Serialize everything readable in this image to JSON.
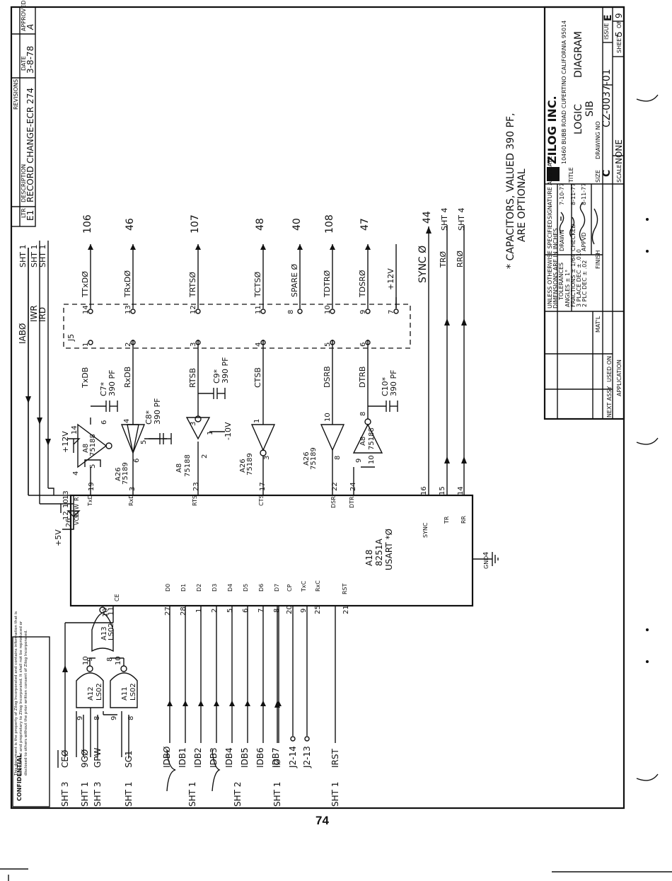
{
  "page_number": "74",
  "revisions": {
    "header": "REVISIONS",
    "col_ltr": "LTR",
    "col_description": "DESCRIPTION",
    "col_date": "DATE",
    "col_approved": "APPROVED",
    "ltr": "E1",
    "description": "RECORD CHANGE-ECR 274",
    "date": "3-8-78",
    "approved": "A"
  },
  "title_block": {
    "company": "ZILOG INC.",
    "address": "10460 BUBB ROAD  CUPERTINO  CALIFORNIA  95014",
    "title_label": "TITLE",
    "title_1": "LOGIC",
    "title_2": "DIAGRAM",
    "title_3": "SIB",
    "size_label": "SIZE",
    "size": "C",
    "drawing_no_label": "DRAWING NO",
    "drawing_no": "CZ-0037-01",
    "issue_label": "ISSUE",
    "issue": "E",
    "scale_label": "SCALE",
    "scale": "NONE",
    "sheet_label": "SHEET",
    "sheet": "5",
    "of_label": "OF",
    "sheet_total": "9",
    "signature_header": "SIGNATURE AND DATE",
    "drawn_label": "DRAWN",
    "drawn_date": "7-10-77",
    "checked_label": "CHECKED",
    "checked_date": "8-11-77",
    "approved_label": "APPVD",
    "approved_date": "8-11-77",
    "tolerances": [
      "UNLESS OTHERWISE SPECIFIED",
      "DIMENSIONS ARE IN INCHES",
      "TOLERANCES",
      "ANGLES ± 1°",
      "FRACTIONS ± 1/64",
      "3 PLACE DEC ± .010",
      "2 PLC DEC ± .02"
    ],
    "material_label": "MAT'L",
    "finish_label": "FINISH",
    "next_assy_label": "NEXT ASSY",
    "used_on_label": "USED ON",
    "application_label": "APPLICATION"
  },
  "confidential": {
    "title": "CONFIDENTIAL",
    "text": "This document is the property of Zilog Incorporated and contains information that is confidential and proprietary to Zilog Incorporated. It shall not be reproduced or disclosed to others without the prior written consent of Zilog Incorporated."
  },
  "note": {
    "line1": "* CAPACITORS, VALUED 390 PF,",
    "line2": "ARE OPTIONAL"
  },
  "usart": {
    "ref": "A18",
    "part": "8251A",
    "name": "USART *Ø",
    "vcc_label": "VCC",
    "vcc_pin": "26",
    "cs_label": "CE",
    "cs_pin": "11",
    "gnd_label": "GND",
    "gnd_pin": "4",
    "sync_label": "SYNC",
    "sync_pin": "16",
    "tr_label": "TR",
    "tr_pin": "15",
    "rr_label": "RR",
    "rr_pin": "14",
    "rst_label": "RST",
    "rst_pin": "21",
    "left_pins": [
      {
        "label": "90",
        "pin": "12"
      },
      {
        "label": "W",
        "pin": "10"
      },
      {
        "label": "R",
        "pin": "13"
      },
      {
        "label": "TxD",
        "pin": "19"
      },
      {
        "label": "RxD",
        "pin": "3"
      },
      {
        "label": "RTS",
        "pin": "23"
      },
      {
        "label": "CTS",
        "pin": "17"
      },
      {
        "label": "DSR",
        "pin": "22"
      },
      {
        "label": "DTR",
        "pin": "24"
      }
    ],
    "data_pins": [
      {
        "label": "D0",
        "pin": "27"
      },
      {
        "label": "D1",
        "pin": "28"
      },
      {
        "label": "D2",
        "pin": "1"
      },
      {
        "label": "D3",
        "pin": "2"
      },
      {
        "label": "D4",
        "pin": "5"
      },
      {
        "label": "D5",
        "pin": "6"
      },
      {
        "label": "D6",
        "pin": "7"
      },
      {
        "label": "D7",
        "pin": "8"
      }
    ],
    "clock_pins": [
      {
        "label": "CP",
        "pin": "20"
      },
      {
        "label": "TxC",
        "pin": "9"
      },
      {
        "label": "RxC",
        "pin": "25"
      }
    ]
  },
  "supplies": {
    "plus5": "+5V",
    "plus12": "+12V",
    "minus10": "-10V",
    "plus12_conn": "+12V"
  },
  "top_signals": [
    {
      "name": "IABØ",
      "ref": ""
    },
    {
      "name": "IWR",
      "ref": "SHT 1"
    },
    {
      "name": "IRD",
      "ref": "SHT 1"
    }
  ],
  "top_ref_sheet": "SHT 1",
  "gates": [
    {
      "ref": "A12",
      "part": "LS02",
      "in_a": "9",
      "in_b": "8",
      "out": "10"
    },
    {
      "ref": "A11",
      "part": "LS02",
      "in_a": "9",
      "in_b": "8",
      "out": "10"
    },
    {
      "ref": "A13",
      "part": "LS02",
      "in_a": "9",
      "in_b": "8",
      "out": "10"
    }
  ],
  "buffers": [
    {
      "ref": "A8",
      "part": "75188",
      "pins": [
        "4",
        "5",
        "6",
        "14"
      ]
    },
    {
      "ref": "A26",
      "part": "75189",
      "pins": [
        "4",
        "5",
        "6"
      ]
    },
    {
      "ref": "A8",
      "part": "75188",
      "pins": [
        "3",
        "1",
        "2"
      ]
    },
    {
      "ref": "A26",
      "part": "75189",
      "pins": [
        "1",
        "3"
      ]
    },
    {
      "ref": "A26",
      "part": "75189",
      "pins": [
        "10",
        "8"
      ]
    },
    {
      "ref": "A8",
      "part": "75188",
      "pins": [
        "9",
        "10",
        "8"
      ]
    }
  ],
  "capacitors": [
    {
      "ref": "C7*",
      "value": "390 PF"
    },
    {
      "ref": "C8*",
      "value": "390 PF"
    },
    {
      "ref": "C9*",
      "value": "390 PF"
    },
    {
      "ref": "C10*",
      "value": "390 PF"
    }
  ],
  "rs232_nets": [
    {
      "name": "TxDB",
      "j5_left": "1",
      "j5_right": "14",
      "signal": "TTxDØ",
      "dest": "106"
    },
    {
      "name": "RxDB",
      "j5_left": "2",
      "j5_right": "13",
      "signal": "TRxDØ",
      "dest": "46"
    },
    {
      "name": "RTSB",
      "j5_left": "3",
      "j5_right": "12",
      "signal": "TRTSØ",
      "dest": "107"
    },
    {
      "name": "CTSB",
      "j5_left": "4",
      "j5_right": "11",
      "signal": "TCTSØ",
      "dest": "48"
    },
    {
      "name": "",
      "j5_left": "",
      "j5_right": "8",
      "signal": "SPARE Ø",
      "dest": "40"
    },
    {
      "name": "DSRB",
      "j5_left": "5",
      "j5_right": "10",
      "signal": "TDTRØ",
      "dest": "108"
    },
    {
      "name": "DTRB",
      "j5_left": "6",
      "j5_right": "9",
      "signal": "TDSRØ",
      "dest": "47"
    },
    {
      "name": "",
      "j5_left": "",
      "j5_right": "7",
      "signal": "+12V",
      "dest": ""
    }
  ],
  "connector": "J5",
  "right_signals": [
    {
      "name": "SYNC Ø",
      "ref": "44"
    },
    {
      "name": "TRØ",
      "ref": "SHT 4"
    },
    {
      "name": "RRØ",
      "ref": "SHT 4"
    }
  ],
  "left_inputs": [
    {
      "sheet": "SHT 3",
      "signal": "CEØ"
    },
    {
      "sheet": "SHT 1",
      "signal": "9GØ"
    },
    {
      "sheet": "SHT 3",
      "signal": "GPW"
    },
    {
      "sheet": "SHT 1",
      "signal": "SG1"
    }
  ],
  "data_bus": {
    "sheets": [
      "SHT 1",
      "SHT 2"
    ],
    "signals": [
      "IDBØ",
      "IDB1",
      "IDB2",
      "IDB3",
      "IDB4",
      "IDB5",
      "IDB6",
      "IDB7"
    ]
  },
  "clock_inputs": [
    {
      "sheet": "SHT 1",
      "signal": "IØ"
    },
    {
      "sheet": "",
      "signal": "J2-14"
    },
    {
      "sheet": "",
      "signal": "J2-13"
    }
  ],
  "reset_input": {
    "sheet": "SHT 1",
    "signal": "IRST"
  }
}
